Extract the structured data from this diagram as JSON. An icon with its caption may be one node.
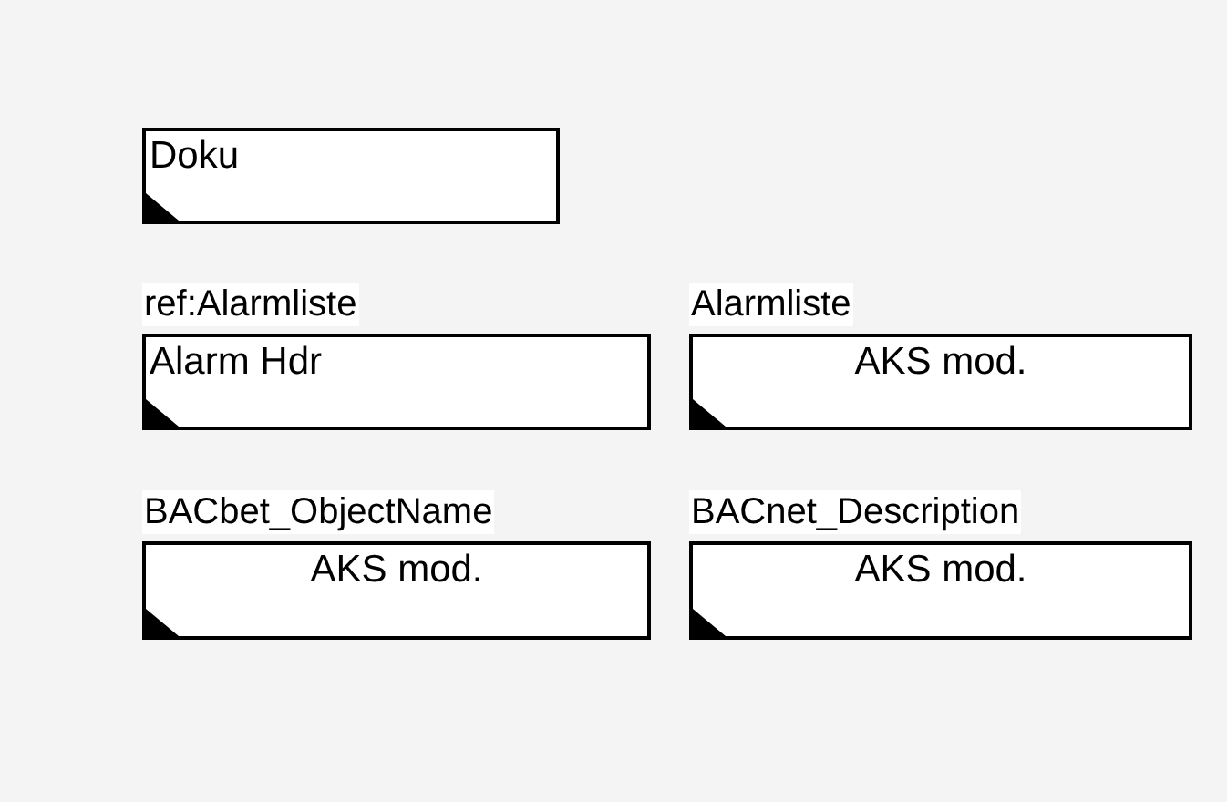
{
  "diagram": {
    "nodes": [
      {
        "text": [
          "Doku"
        ]
      },
      {
        "text": [
          "ref:Alarmliste",
          "Alarm Hdr"
        ]
      },
      {
        "text": [
          "Alarmliste",
          "AKS mod."
        ]
      },
      {
        "text": [
          "BACbet_ObjectName",
          "AKS mod."
        ]
      },
      {
        "text": [
          "BACnet_Description",
          "AKS mod."
        ]
      }
    ]
  }
}
